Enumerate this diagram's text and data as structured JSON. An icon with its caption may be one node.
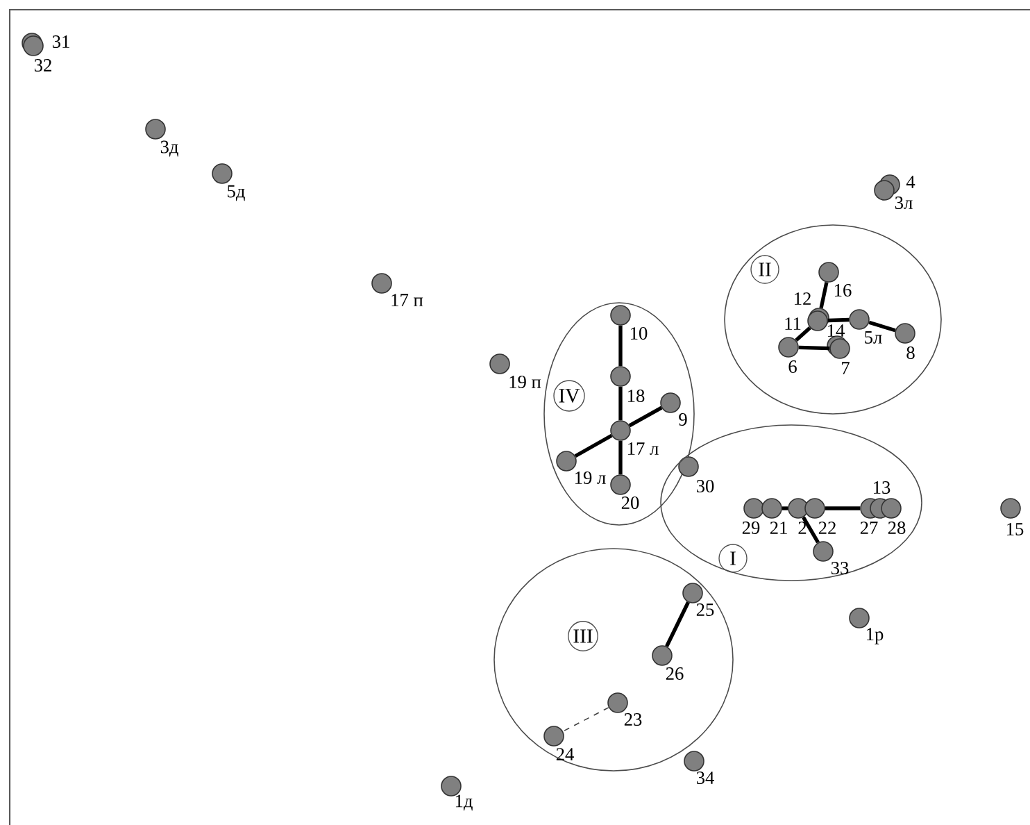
{
  "diagram": {
    "nodes": [
      {
        "text": [],
        "shape": "circle",
        "beside": [
          "31"
        ]
      },
      {
        "text": [],
        "shape": "circle",
        "beside": [
          "32"
        ]
      },
      {
        "text": [],
        "shape": "circle",
        "beside": [
          "3д"
        ]
      },
      {
        "text": [],
        "shape": "circle",
        "beside": [
          "5д"
        ]
      },
      {
        "text": [],
        "shape": "circle",
        "beside": [
          "4"
        ]
      },
      {
        "text": [],
        "shape": "circle",
        "beside": [
          "3л"
        ]
      },
      {
        "text": [
          "II"
        ]
      },
      {
        "text": [],
        "shape": "circle",
        "beside": [
          "16"
        ],
        "in": 6
      },
      {
        "text": [],
        "shape": "circle",
        "beside": [
          "12"
        ],
        "in": 6
      },
      {
        "text": [],
        "shape": "circle",
        "beside": [
          "11"
        ],
        "in": 6
      },
      {
        "text": [],
        "shape": "circle",
        "beside": [
          "5л"
        ],
        "in": 6
      },
      {
        "text": [],
        "shape": "circle",
        "beside": [
          "8"
        ],
        "in": 6
      },
      {
        "text": [],
        "shape": "circle",
        "beside": [
          "6"
        ],
        "in": 6
      },
      {
        "text": [],
        "shape": "circle",
        "beside": [
          "14"
        ],
        "in": 6
      },
      {
        "text": [],
        "shape": "circle",
        "beside": [
          "7"
        ],
        "in": 6
      },
      {
        "text": [],
        "shape": "circle",
        "beside": [
          "17 п"
        ]
      },
      {
        "text": [
          "IV"
        ]
      },
      {
        "text": [],
        "shape": "circle",
        "beside": [
          "10"
        ],
        "in": 16
      },
      {
        "text": [],
        "shape": "circle",
        "beside": [
          "18"
        ],
        "in": 16
      },
      {
        "text": [],
        "shape": "circle",
        "beside": [
          "9"
        ],
        "in": 16
      },
      {
        "text": [],
        "shape": "circle",
        "beside": [
          "17 л"
        ],
        "in": 16
      },
      {
        "text": [],
        "shape": "circle",
        "beside": [
          "19 л"
        ],
        "in": 16
      },
      {
        "text": [],
        "shape": "circle",
        "beside": [
          "20"
        ],
        "in": 16
      },
      {
        "text": [],
        "shape": "circle",
        "beside": [
          "19 п"
        ]
      },
      {
        "text": [],
        "shape": "circle",
        "beside": [
          "30"
        ],
        "in": 25
      },
      {
        "text": [
          "I"
        ]
      },
      {
        "text": [],
        "shape": "circle",
        "beside": [
          "29"
        ],
        "in": 25
      },
      {
        "text": [],
        "shape": "circle",
        "beside": [
          "21"
        ],
        "in": 25
      },
      {
        "text": [],
        "shape": "circle",
        "beside": [
          "2"
        ],
        "in": 25
      },
      {
        "text": [],
        "shape": "circle",
        "beside": [
          "22"
        ],
        "in": 25
      },
      {
        "text": [],
        "shape": "circle",
        "beside": [
          "27"
        ],
        "in": 25
      },
      {
        "text": [],
        "shape": "circle",
        "beside": [
          "13"
        ],
        "in": 25
      },
      {
        "text": [],
        "shape": "circle",
        "beside": [
          "28"
        ],
        "in": 25
      },
      {
        "text": [],
        "shape": "circle",
        "beside": [
          "33"
        ],
        "in": 25
      },
      {
        "text": [],
        "shape": "circle",
        "beside": [
          "15"
        ]
      },
      {
        "text": [],
        "shape": "circle",
        "beside": [
          "1р"
        ]
      },
      {
        "text": [
          "III"
        ]
      },
      {
        "text": [],
        "shape": "circle",
        "beside": [
          "25"
        ],
        "in": 36
      },
      {
        "text": [],
        "shape": "circle",
        "beside": [
          "26"
        ],
        "in": 36
      },
      {
        "text": [],
        "shape": "circle",
        "beside": [
          "23"
        ],
        "in": 36
      },
      {
        "text": [],
        "shape": "circle",
        "beside": [
          "24"
        ],
        "in": 36
      },
      {
        "text": [],
        "shape": "circle",
        "beside": [
          "34"
        ]
      },
      {
        "text": [],
        "shape": "circle",
        "beside": [
          "1д"
        ]
      }
    ],
    "edges": [
      {
        "from": 7,
        "to": 8,
        "arrow": "none"
      },
      {
        "from": 9,
        "to": 10,
        "arrow": "none"
      },
      {
        "from": 10,
        "to": 11,
        "arrow": "none"
      },
      {
        "from": 9,
        "to": 12,
        "arrow": "none"
      },
      {
        "from": 12,
        "to": 14,
        "arrow": "none"
      },
      {
        "from": 17,
        "to": 18,
        "arrow": "none"
      },
      {
        "from": 18,
        "to": 20,
        "arrow": "none"
      },
      {
        "from": 20,
        "to": 19,
        "arrow": "none"
      },
      {
        "from": 20,
        "to": 21,
        "arrow": "none"
      },
      {
        "from": 20,
        "to": 22,
        "arrow": "none"
      },
      {
        "from": 27,
        "to": 28,
        "arrow": "none"
      },
      {
        "from": 29,
        "to": 30,
        "arrow": "none"
      },
      {
        "from": 28,
        "to": 33,
        "arrow": "none"
      },
      {
        "from": 37,
        "to": 38,
        "arrow": "none"
      },
      {
        "from": 39,
        "to": 40,
        "arrow": "none",
        "style": "dashed"
      }
    ]
  }
}
